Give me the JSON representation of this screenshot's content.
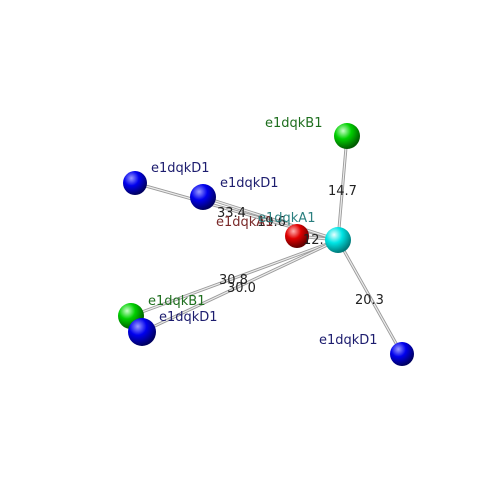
{
  "colors": {
    "center": "#00e5e5",
    "chain_A": "#e00000",
    "chain_B": "#00d000",
    "chain_D": "#0000ee",
    "label_A": "#2a7f7f",
    "label_A_red": "#7a2a2a",
    "label_B": "#1e6e1e",
    "label_D": "#1c1c6e",
    "bond": "#c9c9c9"
  },
  "atoms": {
    "center": {
      "label": "",
      "color_key": "center"
    },
    "a1": {
      "label": "e1dqkA1",
      "color_key": "chain_A",
      "label_color_key": "label_A"
    },
    "a1_dup": {
      "label": "e1dqkA1",
      "label_color_key": "label_A_red"
    },
    "b1_top": {
      "label": "e1dqkB1",
      "color_key": "chain_B",
      "label_color_key": "label_B"
    },
    "b1_left": {
      "label": "e1dqkB1",
      "color_key": "chain_B",
      "label_color_key": "label_B"
    },
    "d1_far": {
      "label": "e1dqkD1",
      "color_key": "chain_D",
      "label_color_key": "label_D"
    },
    "d1_mid": {
      "label": "e1dqkD1",
      "color_key": "chain_D",
      "label_color_key": "label_D"
    },
    "d1_low": {
      "label": "e1dqkD1",
      "color_key": "chain_D",
      "label_color_key": "label_D"
    },
    "d1_right": {
      "label": "e1dqkD1",
      "color_key": "chain_D",
      "label_color_key": "label_D"
    }
  },
  "distances": {
    "center_b1_top": "14.7",
    "center_d1_far": "33.4",
    "center_d1_mid": "19.6",
    "center_a1": "12.",
    "center_b1_left": "30.8",
    "center_d1_low": "30.0",
    "center_d1_right": "20.3"
  }
}
